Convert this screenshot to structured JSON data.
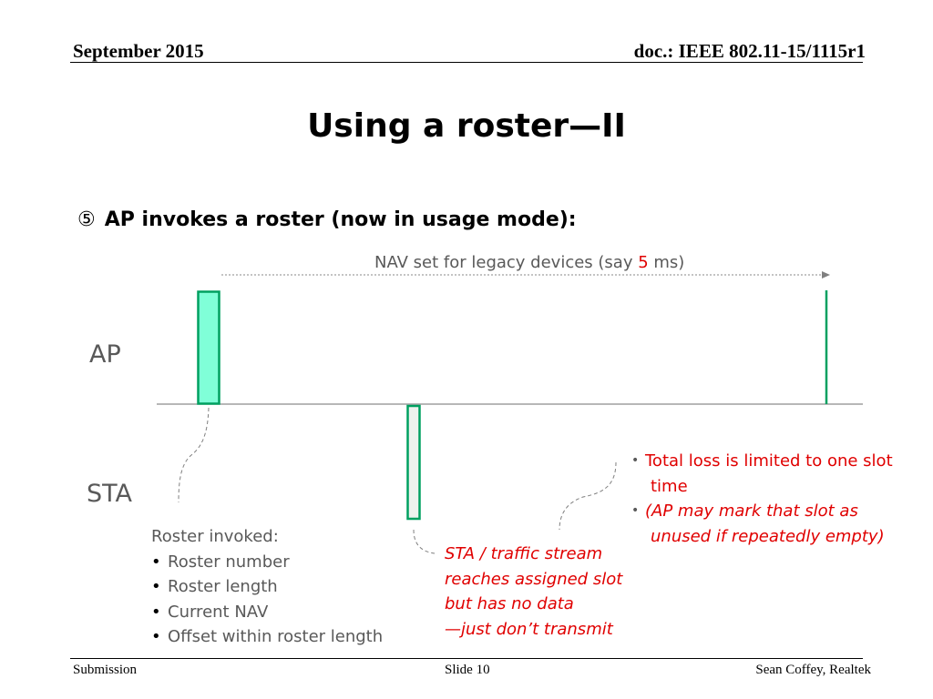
{
  "header": {
    "date": "September 2015",
    "doc": "doc.: IEEE 802.11-15/1115r1"
  },
  "title": "Using a roster—II",
  "step": {
    "number": "⑤",
    "text": "AP invokes a roster (now in usage mode):"
  },
  "nav": {
    "prefix": "NAV set for legacy devices (say ",
    "value": "5",
    "suffix": " ms)"
  },
  "labels": {
    "ap": "AP",
    "sta": "STA"
  },
  "roster_invoked": {
    "heading": "Roster invoked:",
    "items": [
      "Roster number",
      "Roster length",
      "Current NAV",
      "Offset within roster length"
    ]
  },
  "sta_note": {
    "lines": [
      "STA / traffic stream",
      "reaches assigned slot",
      "but has no data",
      "—just don’t transmit"
    ]
  },
  "loss_notes": {
    "item1_line1": "Total loss is limited to one slot",
    "item1_line2": "time",
    "item2_line1": "(AP may mark that slot as",
    "item2_line2": "unused if repeatedly empty)"
  },
  "footer": {
    "left": "Submission",
    "center": "Slide 10",
    "right": "Sean Coffey, Realtek"
  },
  "colors": {
    "accent_red": "#e00000",
    "frame_green": "#00a060",
    "ap_fill": "#80ffd8",
    "sta_fill": "#eef2ee",
    "text_gray": "#595959"
  }
}
